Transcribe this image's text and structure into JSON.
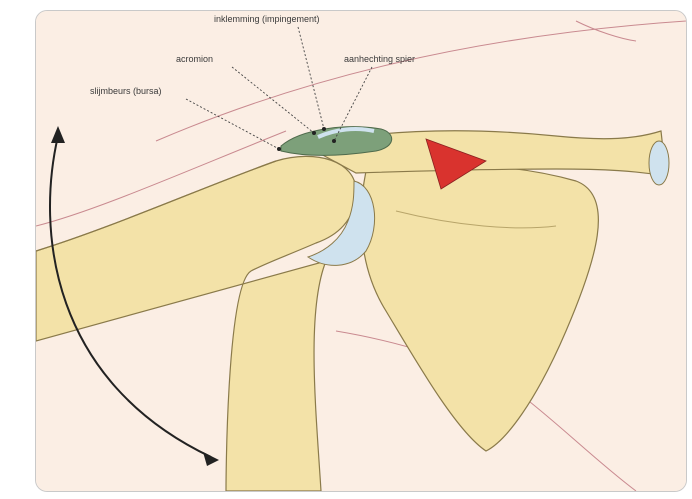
{
  "labels": {
    "impingement": "inklemming (impingement)",
    "acromion": "acromion",
    "muscle_attachment": "aanhechting spier",
    "bursa": "slijmbeurs (bursa)"
  },
  "colors": {
    "skin": "#fbeee4",
    "bone": "#f3e2a8",
    "bone_outline": "#8a7a4a",
    "cartilage": "#cfe2ee",
    "bursa": "#7da07a",
    "muscle": "#d9332e",
    "skin_line": "#c98a90",
    "arrow": "#222222"
  },
  "icons": [
    "curved-double-arrow-icon"
  ]
}
